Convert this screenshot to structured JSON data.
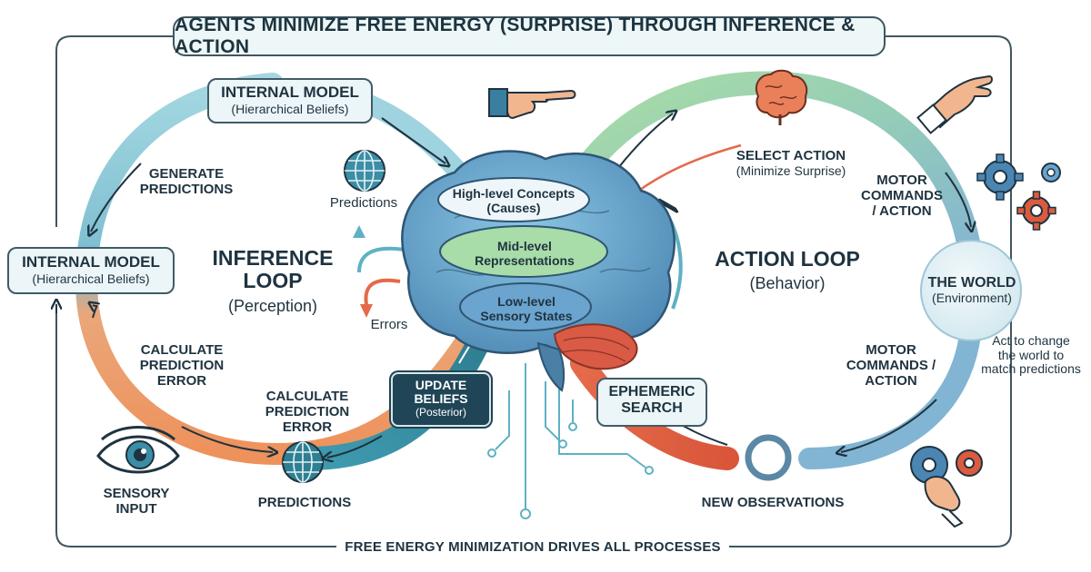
{
  "title": "AGENTS MINIMIZE FREE ENERGY (SURPRISE) THROUGH INFERENCE & ACTION",
  "footer": "FREE ENERGY MINIMIZATION DRIVES ALL PROCESSES",
  "inference_loop": {
    "title_line1": "INFERENCE",
    "title_line2": "LOOP",
    "subtitle": "(Perception)",
    "top_model": {
      "title": "INTERNAL MODEL",
      "subtitle": "(Hierarchical Beliefs)"
    },
    "left_model": {
      "title": "INTERNAL MODEL",
      "subtitle": "(Hierarchical Beliefs)"
    },
    "generate_predictions": [
      "GENERATE",
      "PREDICTIONS"
    ],
    "calc_error_left": [
      "CALCULATE",
      "PREDICTION",
      "ERROR"
    ],
    "calc_error_bottom": [
      "CALCULATE",
      "PREDICTION",
      "ERROR"
    ],
    "sensory_input": [
      "SENSORY",
      "INPUT"
    ],
    "predictions_bottom": "PREDICTIONS",
    "predictions_mid": "Predictions",
    "errors": "Errors",
    "update_beliefs": {
      "title_line1": "UPDATE",
      "title_line2": "BELIEFS",
      "subtitle": "(Posterior)"
    }
  },
  "brain": {
    "high": [
      "High-level Concepts",
      "(Causes)"
    ],
    "mid": [
      "Mid-level",
      "Representations"
    ],
    "low": [
      "Low-level",
      "Sensory States"
    ]
  },
  "action_loop": {
    "title": "ACTION LOOP",
    "subtitle": "(Behavior)",
    "select_action": {
      "title": "SELECT ACTION",
      "subtitle": "(Minimize Surprise)"
    },
    "motor_top": [
      "MOTOR",
      "COMMANDS",
      "/ ACTION"
    ],
    "motor_bottom": [
      "MOTOR",
      "COMMANDS /",
      "ACTION"
    ],
    "world": {
      "title": "THE WORLD",
      "subtitle": "(Environment)"
    },
    "act_note": [
      "Act to change",
      "the world to",
      "match predictions"
    ],
    "new_observations": "NEW OBSERVATIONS",
    "ephemeric": [
      "EPHEMERIC",
      "SEARCH"
    ]
  },
  "colors": {
    "teal": "#5fb1c4",
    "orange": "#e98a4c",
    "green": "#8fcf9a",
    "blue_loop": "#7fb2cf",
    "red_loop": "#dc5b3e",
    "dark_teal": "#1f4556"
  },
  "icons": [
    "pointing-hand-icon",
    "brain-icon",
    "globe-icon",
    "eye-icon",
    "gear-icon",
    "hand-icon",
    "circuit-lines-icon"
  ]
}
